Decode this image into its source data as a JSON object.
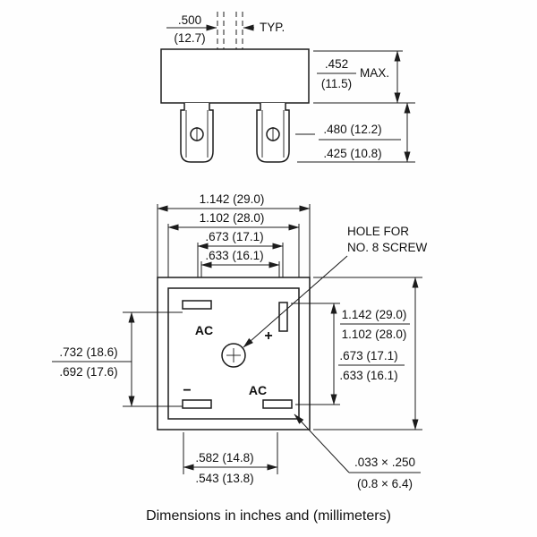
{
  "caption": "Dimensions in inches and (millimeters)",
  "side_view": {
    "lead_spacing_in": ".500",
    "lead_spacing_mm": "(12.7)",
    "typ_label": "TYP.",
    "body_height_in": ".452",
    "body_height_mm": "(11.5)",
    "max_label": "MAX.",
    "lead_length_outer": ".480 (12.2)",
    "lead_length_inner": ".425 (10.8)"
  },
  "plan_view": {
    "top_dims": {
      "outer": "1.142 (29.0)",
      "inner": "1.102 (28.0)",
      "slot_outer": ".673 (17.1)",
      "slot_inner": ".633 (16.1)"
    },
    "right_dims": {
      "outer": "1.142 (29.0)",
      "inner": "1.102 (28.0)",
      "slot_outer": ".673 (17.1)",
      "slot_inner": ".633 (16.1)"
    },
    "left_dims": {
      "outer": ".732 (18.6)",
      "inner": ".692 (17.6)"
    },
    "bottom_dims": {
      "outer": ".582 (14.8)",
      "inner": ".543 (13.8)"
    },
    "hole_callout": {
      "line1": "HOLE FOR",
      "line2": "NO. 8 SCREW"
    },
    "slot_callout": {
      "inches": ".033 × .250",
      "mm": "(0.8 × 6.4)"
    },
    "labels": {
      "ac_top": "AC",
      "plus": "+",
      "minus": "−",
      "ac_bottom": "AC"
    }
  }
}
